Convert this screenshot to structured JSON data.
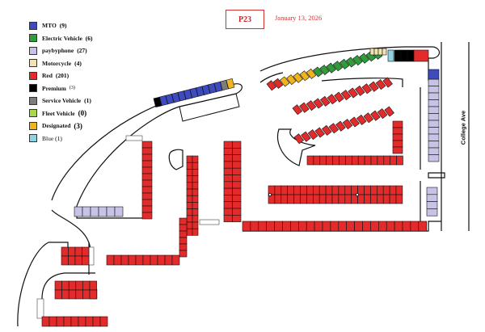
{
  "map": {
    "lot_code": "P23",
    "date": "January 13, 2026",
    "street_label": "College Ave"
  },
  "legend": [
    {
      "label": "MTO",
      "count": "(9)",
      "color": "#3d4bbf",
      "count_style": "normal"
    },
    {
      "label": "Electric Vehicle",
      "count": "(6)",
      "color": "#2f9e3a",
      "count_style": "normal"
    },
    {
      "label": "paybyphone",
      "count": "(27)",
      "color": "#c6c3e6",
      "count_style": "normal"
    },
    {
      "label": "Motorcycle",
      "count": "(4)",
      "color": "#f3e3b0",
      "count_style": "normal"
    },
    {
      "label": "Red",
      "count": "(201)",
      "color": "#e32b2b",
      "count_style": "normal"
    },
    {
      "label": "Premium",
      "count": "(3)",
      "color": "#000000",
      "count_style": "small"
    },
    {
      "label": "Service Vehicle",
      "count": "(1)",
      "color": "#7d7d7d",
      "count_style": "normal"
    },
    {
      "label": "Fleet Vehicle",
      "count": "(0)",
      "color": "#a8d94a",
      "count_style": "large"
    },
    {
      "label": "Designated",
      "count": "(3)",
      "color": "#f0b41e",
      "count_style": "large"
    },
    {
      "label": "Blue",
      "count": "(1)",
      "color": "#8fd3e0",
      "count_style": "plain"
    }
  ],
  "colors": {
    "red": "#e32b2b",
    "mto": "#3d4bbf",
    "ev": "#2f9e3a",
    "pay": "#c6c3e6",
    "moto": "#f3e3b0",
    "premium": "#000000",
    "service": "#7d7d7d",
    "designated": "#f0b41e",
    "blue": "#8fd3e0",
    "outline": "#111111",
    "badge": "#d03131"
  }
}
